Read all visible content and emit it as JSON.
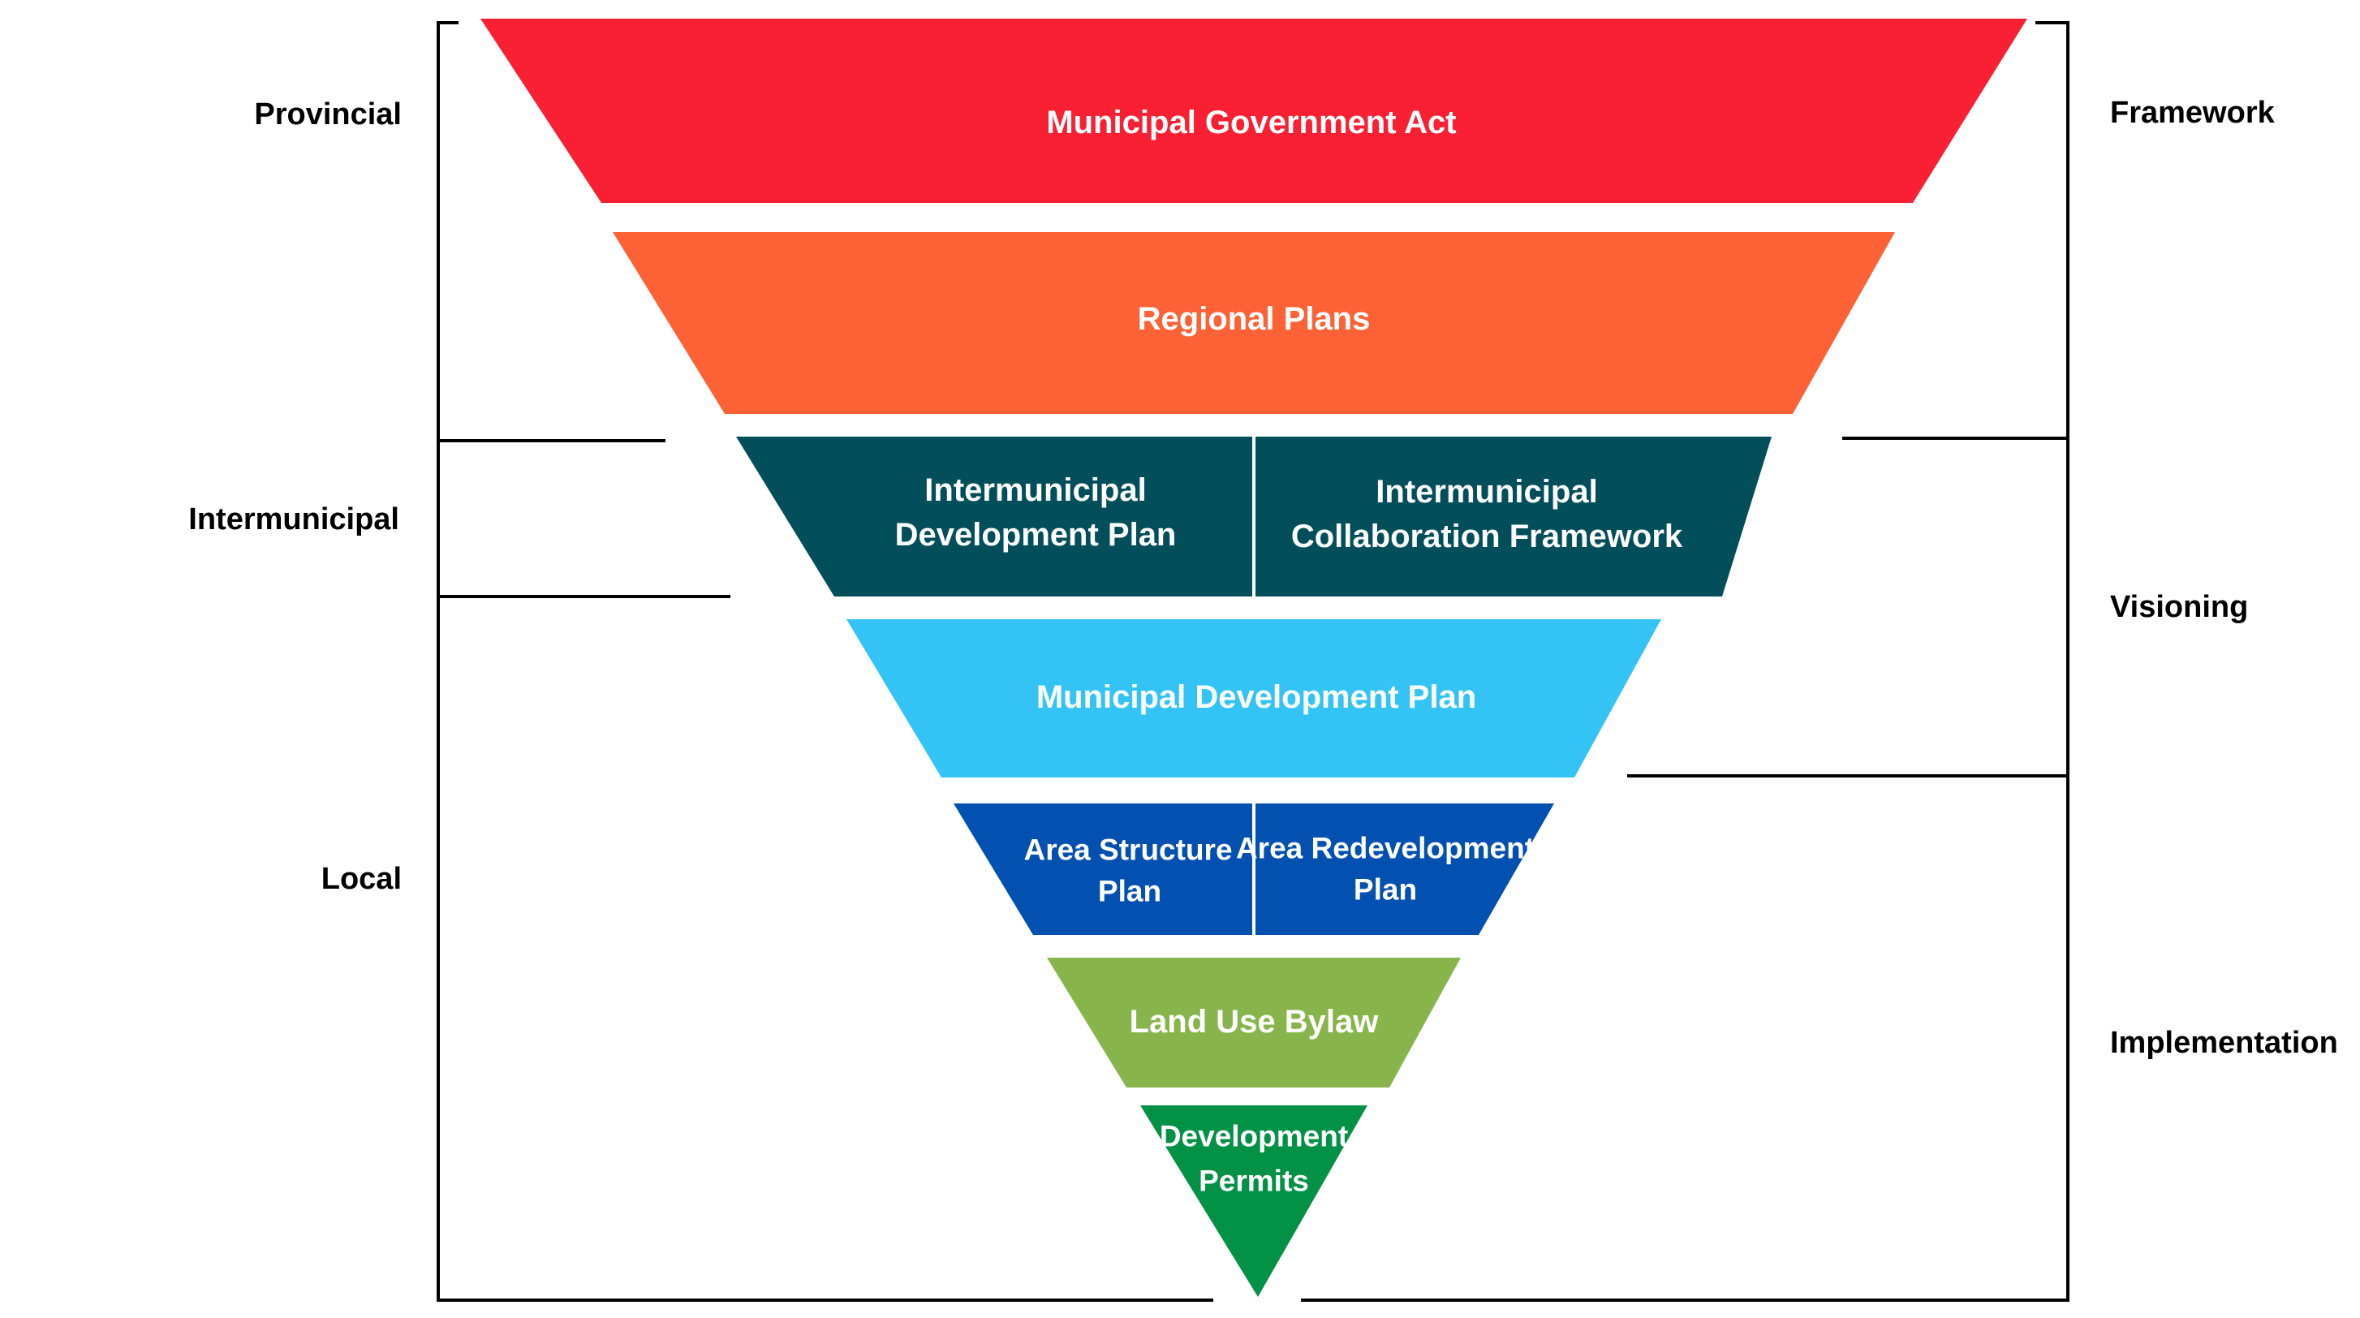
{
  "left_levels": {
    "provincial": "Provincial",
    "intermunicipal": "Intermunicipal",
    "local": "Local"
  },
  "right_levels": {
    "framework": "Framework",
    "visioning": "Visioning",
    "implementation": "Implementation"
  },
  "tiers": {
    "mga": {
      "label": "Municipal Government Act",
      "color": "#F82032"
    },
    "regional": {
      "label": "Regional Plans",
      "color": "#FC6236"
    },
    "idp": {
      "line1": "Intermunicipal",
      "line2": "Development Plan",
      "color": "#024F5B"
    },
    "icf": {
      "line1": "Intermunicipal",
      "line2": "Collaboration Framework",
      "color": "#024F5B"
    },
    "mdp": {
      "label": "Municipal Development Plan",
      "color": "#33C4F5"
    },
    "asp": {
      "line1": "Area Structure",
      "line2": "Plan",
      "color": "#0250B0"
    },
    "arp": {
      "line1": "Area Redevelopment",
      "line2": "Plan",
      "color": "#0250B0"
    },
    "lub": {
      "label": "Land Use Bylaw",
      "color": "#88B54B"
    },
    "dp": {
      "line1": "Development",
      "line2": "Permits",
      "color": "#029145"
    }
  }
}
